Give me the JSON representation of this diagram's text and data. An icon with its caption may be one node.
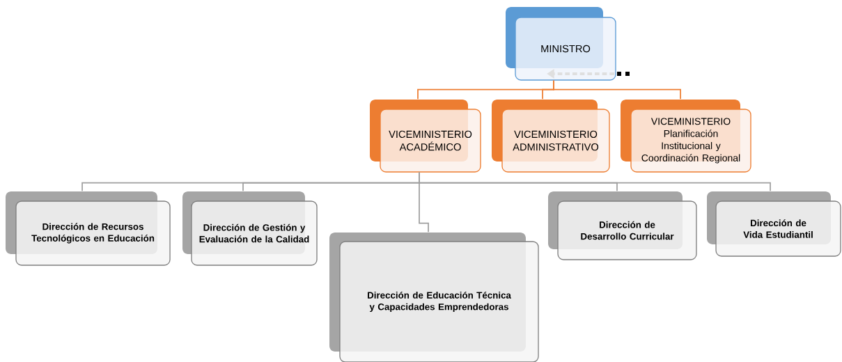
{
  "diagram": {
    "nodes": [
      {
        "text": [
          "MINISTRO"
        ]
      },
      {
        "text": [
          "VICEMINISTERIO ACADÉMICO"
        ]
      },
      {
        "text": [
          "VICEMINISTERIO ADMINISTRATIVO"
        ]
      },
      {
        "text": [
          "VICEMINISTERIO Planificación Institucional y Coordinación Regional"
        ]
      },
      {
        "text": [
          "Dirección de Recursos Tecnológicos en Educación"
        ]
      },
      {
        "text": [
          "Dirección de Gestión y Evaluación de la Calidad"
        ]
      },
      {
        "text": [
          "Dirección de Educación Técnica y Capacidades Emprendedoras"
        ]
      },
      {
        "text": [
          "Dirección de Desarrollo Curricular"
        ]
      },
      {
        "text": [
          "Dirección de Vida Estudiantil"
        ]
      }
    ],
    "edges": [
      {
        "from": 0,
        "to": 1,
        "arrow": "none",
        "color": "#ed7d31"
      },
      {
        "from": 0,
        "to": 2,
        "arrow": "none",
        "color": "#ed7d31"
      },
      {
        "from": 0,
        "to": 3,
        "arrow": "none",
        "color": "#ed7d31"
      },
      {
        "from": 1,
        "to": 4,
        "arrow": "none"
      },
      {
        "from": 1,
        "to": 5,
        "arrow": "none"
      },
      {
        "from": 1,
        "to": 6,
        "arrow": "none"
      },
      {
        "from": 1,
        "to": 7,
        "arrow": "none"
      },
      {
        "from": 1,
        "to": 8,
        "arrow": "none"
      }
    ]
  }
}
